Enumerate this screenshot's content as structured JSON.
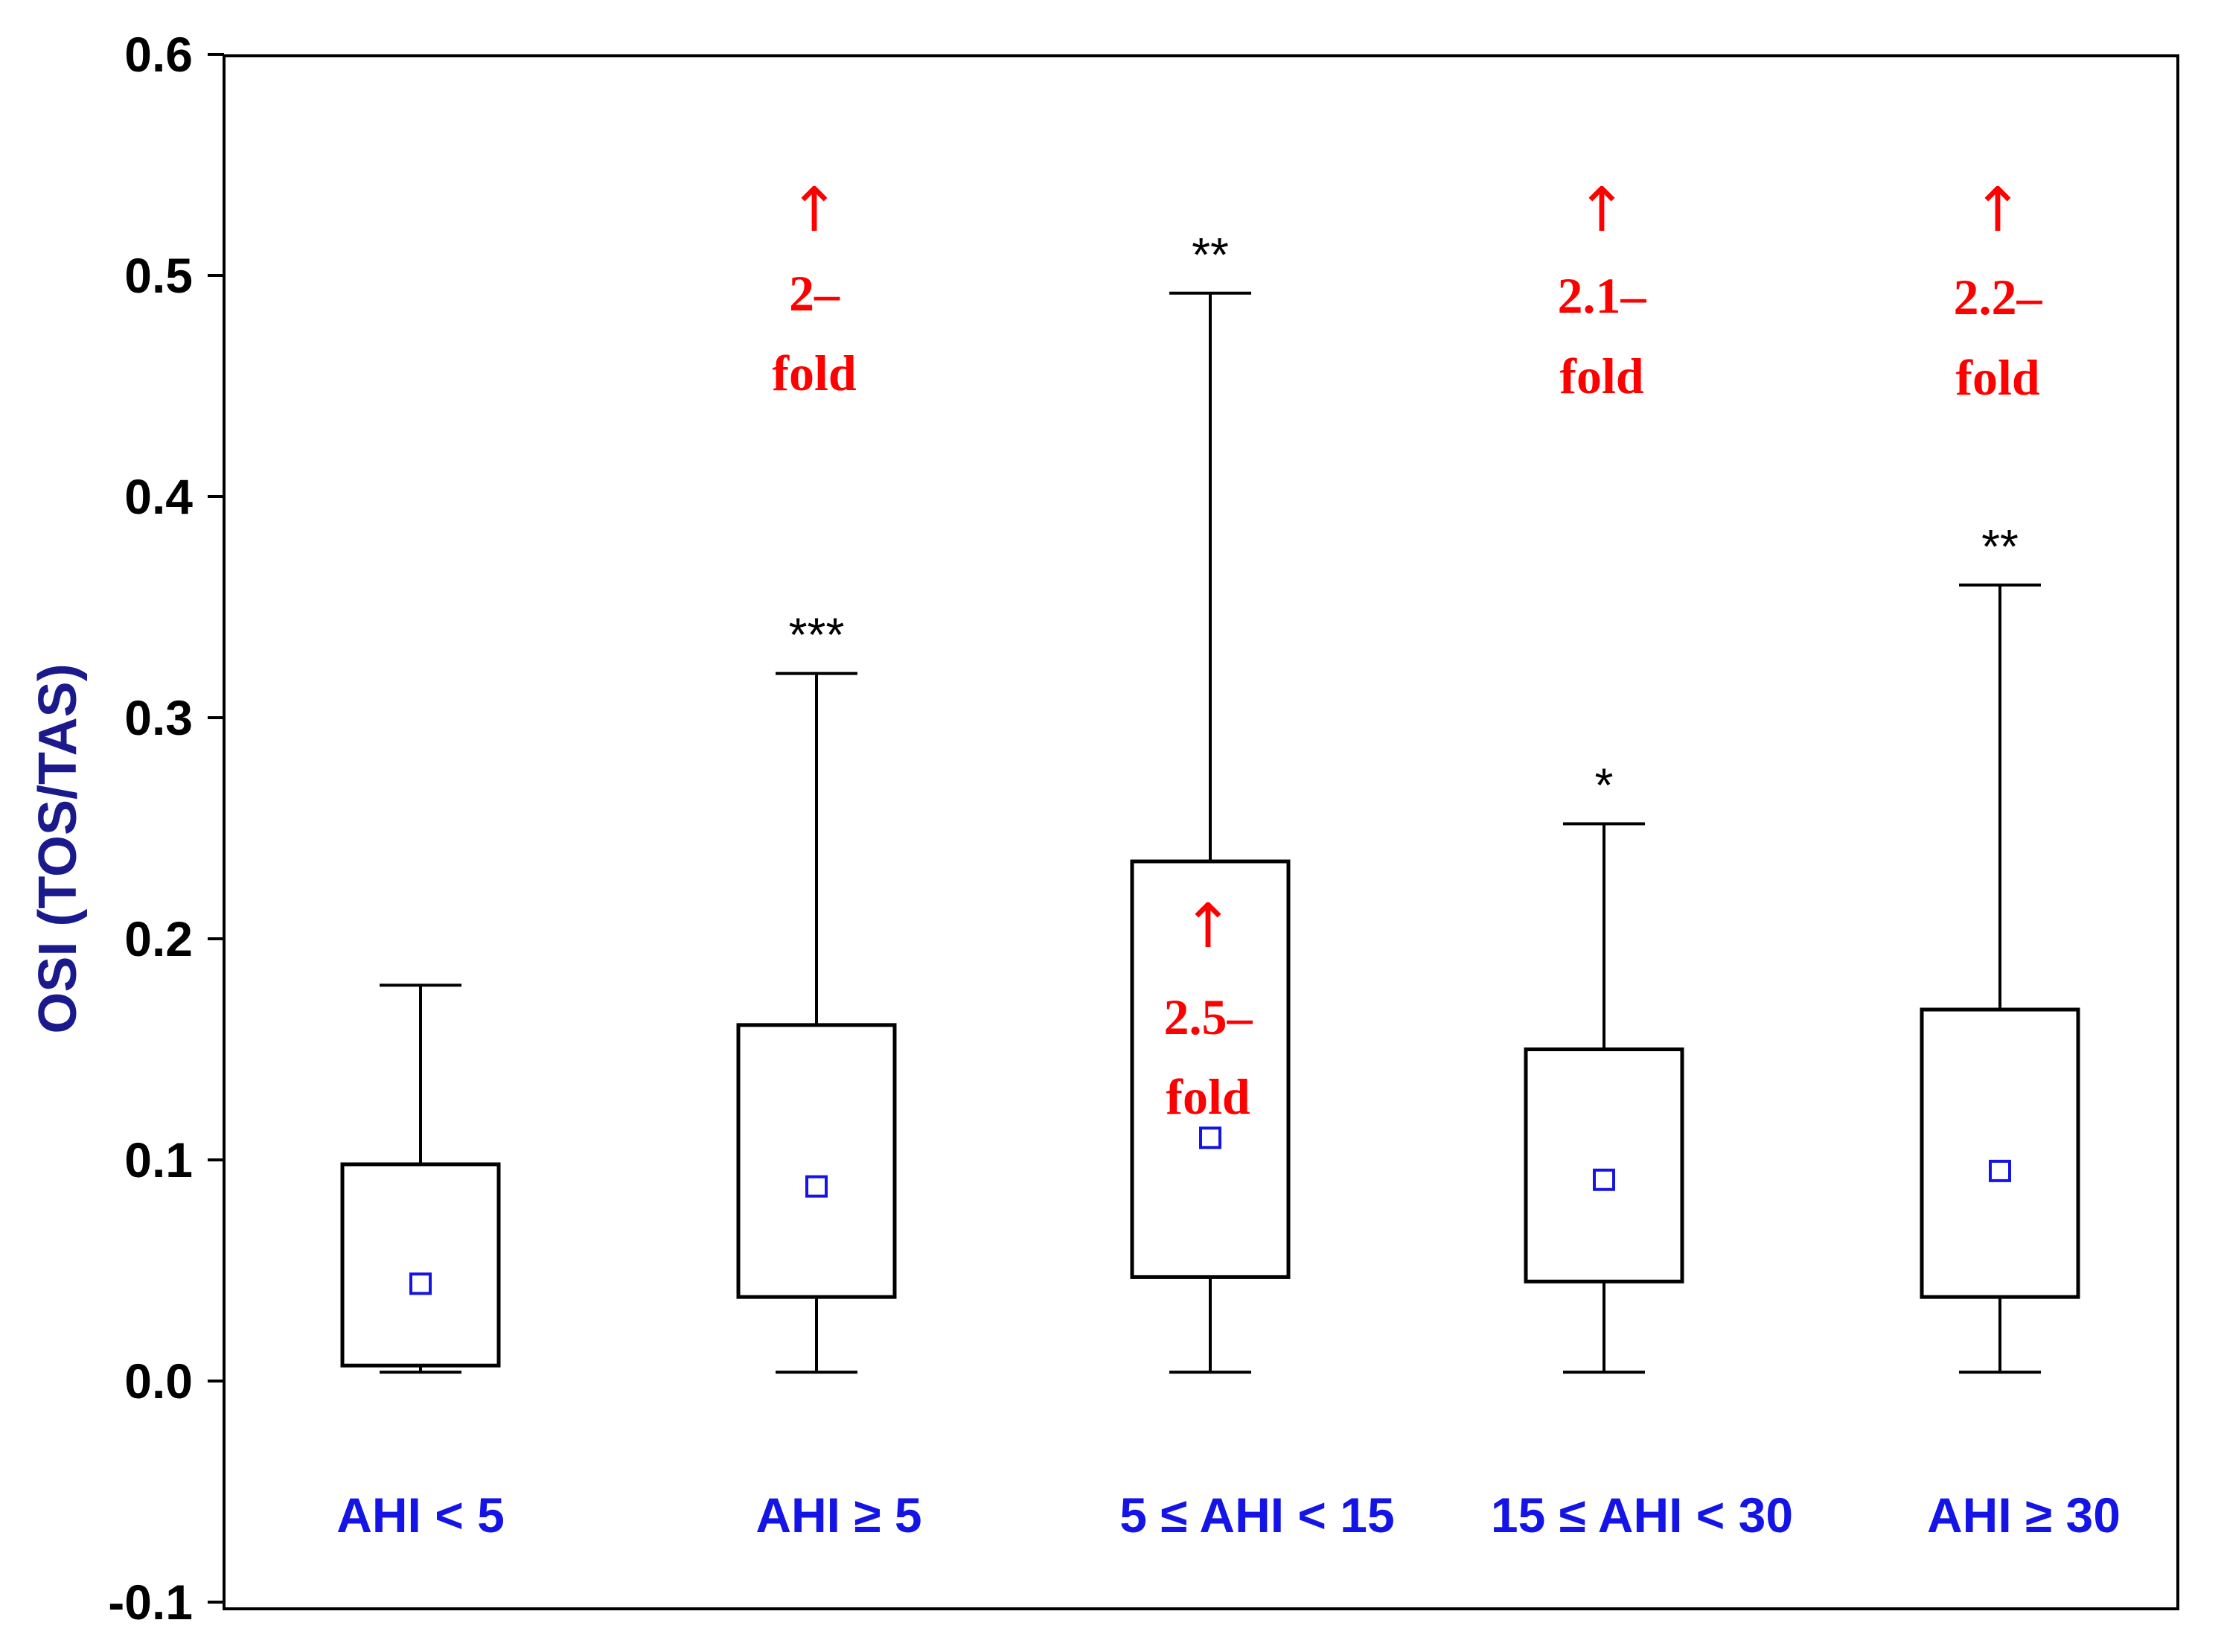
{
  "chart_data": {
    "type": "box",
    "ylabel": "OSI (TOS/TAS)",
    "ylim": [
      -0.1,
      0.6
    ],
    "yticks": [
      "-0.1",
      "0.0",
      "0.1",
      "0.2",
      "0.3",
      "0.4",
      "0.5",
      "0.6"
    ],
    "ytick_values": [
      -0.1,
      0.0,
      0.1,
      0.2,
      0.3,
      0.4,
      0.5,
      0.6
    ],
    "grid": false,
    "categories": [
      "AHI < 5",
      "AHI ≥ 5",
      "5 ≤ AHI < 15",
      "15 ≤ AHI < 30",
      "AHI ≥ 30"
    ],
    "boxes": [
      {
        "whisker_low": 0.004,
        "q1": 0.007,
        "q3": 0.098,
        "whisker_high": 0.179,
        "mean": 0.044,
        "significance": "",
        "fold_arrow": "",
        "fold_line1": "",
        "fold_line2": ""
      },
      {
        "whisker_low": 0.004,
        "q1": 0.038,
        "q3": 0.161,
        "whisker_high": 0.32,
        "mean": 0.088,
        "significance": "***",
        "fold_arrow": "↑",
        "fold_line1": "2–",
        "fold_line2": "fold"
      },
      {
        "whisker_low": 0.004,
        "q1": 0.047,
        "q3": 0.235,
        "whisker_high": 0.492,
        "mean": 0.11,
        "significance": "**",
        "fold_arrow": "↑",
        "fold_line1": "2.5–",
        "fold_line2": "fold"
      },
      {
        "whisker_low": 0.004,
        "q1": 0.045,
        "q3": 0.15,
        "whisker_high": 0.252,
        "mean": 0.091,
        "significance": "*",
        "fold_arrow": "↑",
        "fold_line1": "2.1–",
        "fold_line2": "fold"
      },
      {
        "whisker_low": 0.004,
        "q1": 0.038,
        "q3": 0.168,
        "whisker_high": 0.36,
        "mean": 0.095,
        "significance": "**",
        "fold_arrow": "↑",
        "fold_line1": "2.2–",
        "fold_line2": "fold"
      }
    ],
    "colors": {
      "axis": "#000000",
      "ylabel": "#1a1a8c",
      "category_label": "#1414e6",
      "mean_marker": "#1414e6",
      "fold_text": "#ff0000",
      "significance": "#000000"
    }
  }
}
